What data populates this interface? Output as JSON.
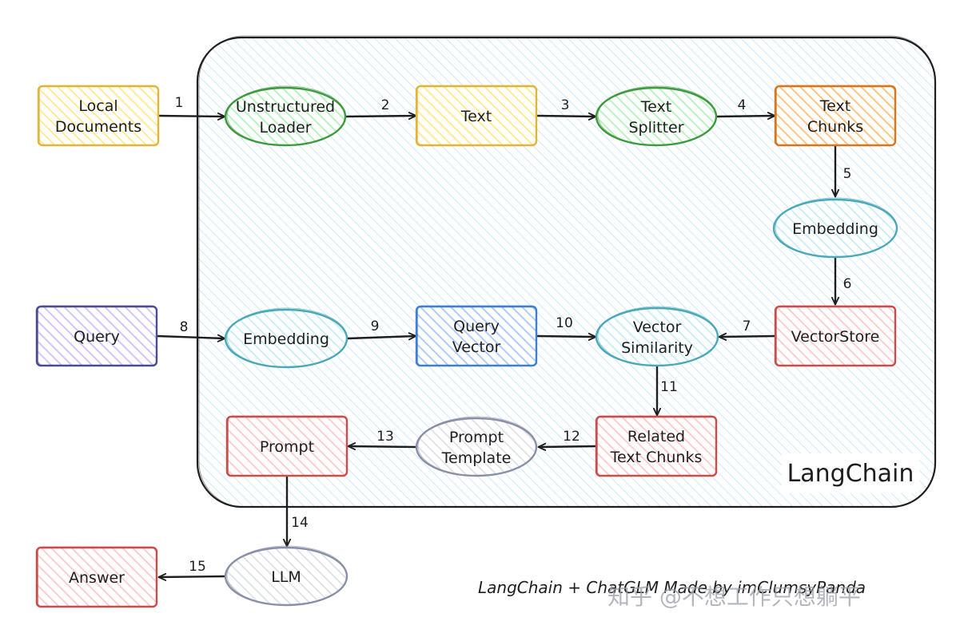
{
  "frame": {
    "label": "LangChain",
    "colors": {
      "stroke": "#1e1e1e",
      "fill": "#a5d8ff"
    }
  },
  "caption": "LangChain + ChatGLM Made by imClumsyPanda",
  "watermark": "知乎 @不想工作只想躺平",
  "palette": {
    "yellow": {
      "stroke": "#e0b63a",
      "fill": "#ffe98a"
    },
    "green": {
      "stroke": "#3e9a3e",
      "fill": "#b2f2bb"
    },
    "orange": {
      "stroke": "#d9761c",
      "fill": "#ffc078"
    },
    "teal": {
      "stroke": "#4ba8b8",
      "fill": "#c5eef5"
    },
    "purple": {
      "stroke": "#4b4b8f",
      "fill": "#d0bfff"
    },
    "blue": {
      "stroke": "#3f7fd0",
      "fill": "#a5c8ff"
    },
    "red": {
      "stroke": "#cc4c4c",
      "fill": "#ffc9c9"
    },
    "gray": {
      "stroke": "#8a8fa8",
      "fill": "#dee2e6"
    }
  },
  "nodes": {
    "local-documents": {
      "lines": [
        "Local",
        "Documents"
      ],
      "shape": "rect",
      "color": "yellow"
    },
    "unstructured-loader": {
      "lines": [
        "Unstructured",
        "Loader"
      ],
      "shape": "ellipse",
      "color": "green"
    },
    "text": {
      "lines": [
        "Text"
      ],
      "shape": "rect",
      "color": "yellow"
    },
    "text-splitter": {
      "lines": [
        "Text",
        "Splitter"
      ],
      "shape": "ellipse",
      "color": "green"
    },
    "text-chunks": {
      "lines": [
        "Text",
        "Chunks"
      ],
      "shape": "rect",
      "color": "orange"
    },
    "embedding-top": {
      "lines": [
        "Embedding"
      ],
      "shape": "ellipse",
      "color": "teal"
    },
    "query": {
      "lines": [
        "Query"
      ],
      "shape": "rect",
      "color": "purple"
    },
    "embedding-query": {
      "lines": [
        "Embedding"
      ],
      "shape": "ellipse",
      "color": "teal"
    },
    "query-vector": {
      "lines": [
        "Query",
        "Vector"
      ],
      "shape": "rect",
      "color": "blue"
    },
    "vector-similarity": {
      "lines": [
        "Vector",
        "Similarity"
      ],
      "shape": "ellipse",
      "color": "teal"
    },
    "vectorstore": {
      "lines": [
        "VectorStore"
      ],
      "shape": "rect",
      "color": "red"
    },
    "prompt": {
      "lines": [
        "Prompt"
      ],
      "shape": "rect",
      "color": "red"
    },
    "prompt-template": {
      "lines": [
        "Prompt",
        "Template"
      ],
      "shape": "ellipse",
      "color": "gray"
    },
    "related-text-chunks": {
      "lines": [
        "Related",
        "Text Chunks"
      ],
      "shape": "rect",
      "color": "red"
    },
    "llm": {
      "lines": [
        "LLM"
      ],
      "shape": "ellipse",
      "color": "gray"
    },
    "answer": {
      "lines": [
        "Answer"
      ],
      "shape": "rect",
      "color": "red"
    }
  },
  "edges": [
    {
      "from": "local-documents",
      "to": "unstructured-loader",
      "label": "1"
    },
    {
      "from": "unstructured-loader",
      "to": "text",
      "label": "2"
    },
    {
      "from": "text",
      "to": "text-splitter",
      "label": "3"
    },
    {
      "from": "text-splitter",
      "to": "text-chunks",
      "label": "4"
    },
    {
      "from": "text-chunks",
      "to": "embedding-top",
      "label": "5"
    },
    {
      "from": "embedding-top",
      "to": "vectorstore",
      "label": "6"
    },
    {
      "from": "vectorstore",
      "to": "vector-similarity",
      "label": "7"
    },
    {
      "from": "query",
      "to": "embedding-query",
      "label": "8"
    },
    {
      "from": "embedding-query",
      "to": "query-vector",
      "label": "9"
    },
    {
      "from": "query-vector",
      "to": "vector-similarity",
      "label": "10"
    },
    {
      "from": "vector-similarity",
      "to": "related-text-chunks",
      "label": "11"
    },
    {
      "from": "related-text-chunks",
      "to": "prompt-template",
      "label": "12"
    },
    {
      "from": "prompt-template",
      "to": "prompt",
      "label": "13"
    },
    {
      "from": "prompt",
      "to": "llm",
      "label": "14"
    },
    {
      "from": "llm",
      "to": "answer",
      "label": "15"
    }
  ]
}
